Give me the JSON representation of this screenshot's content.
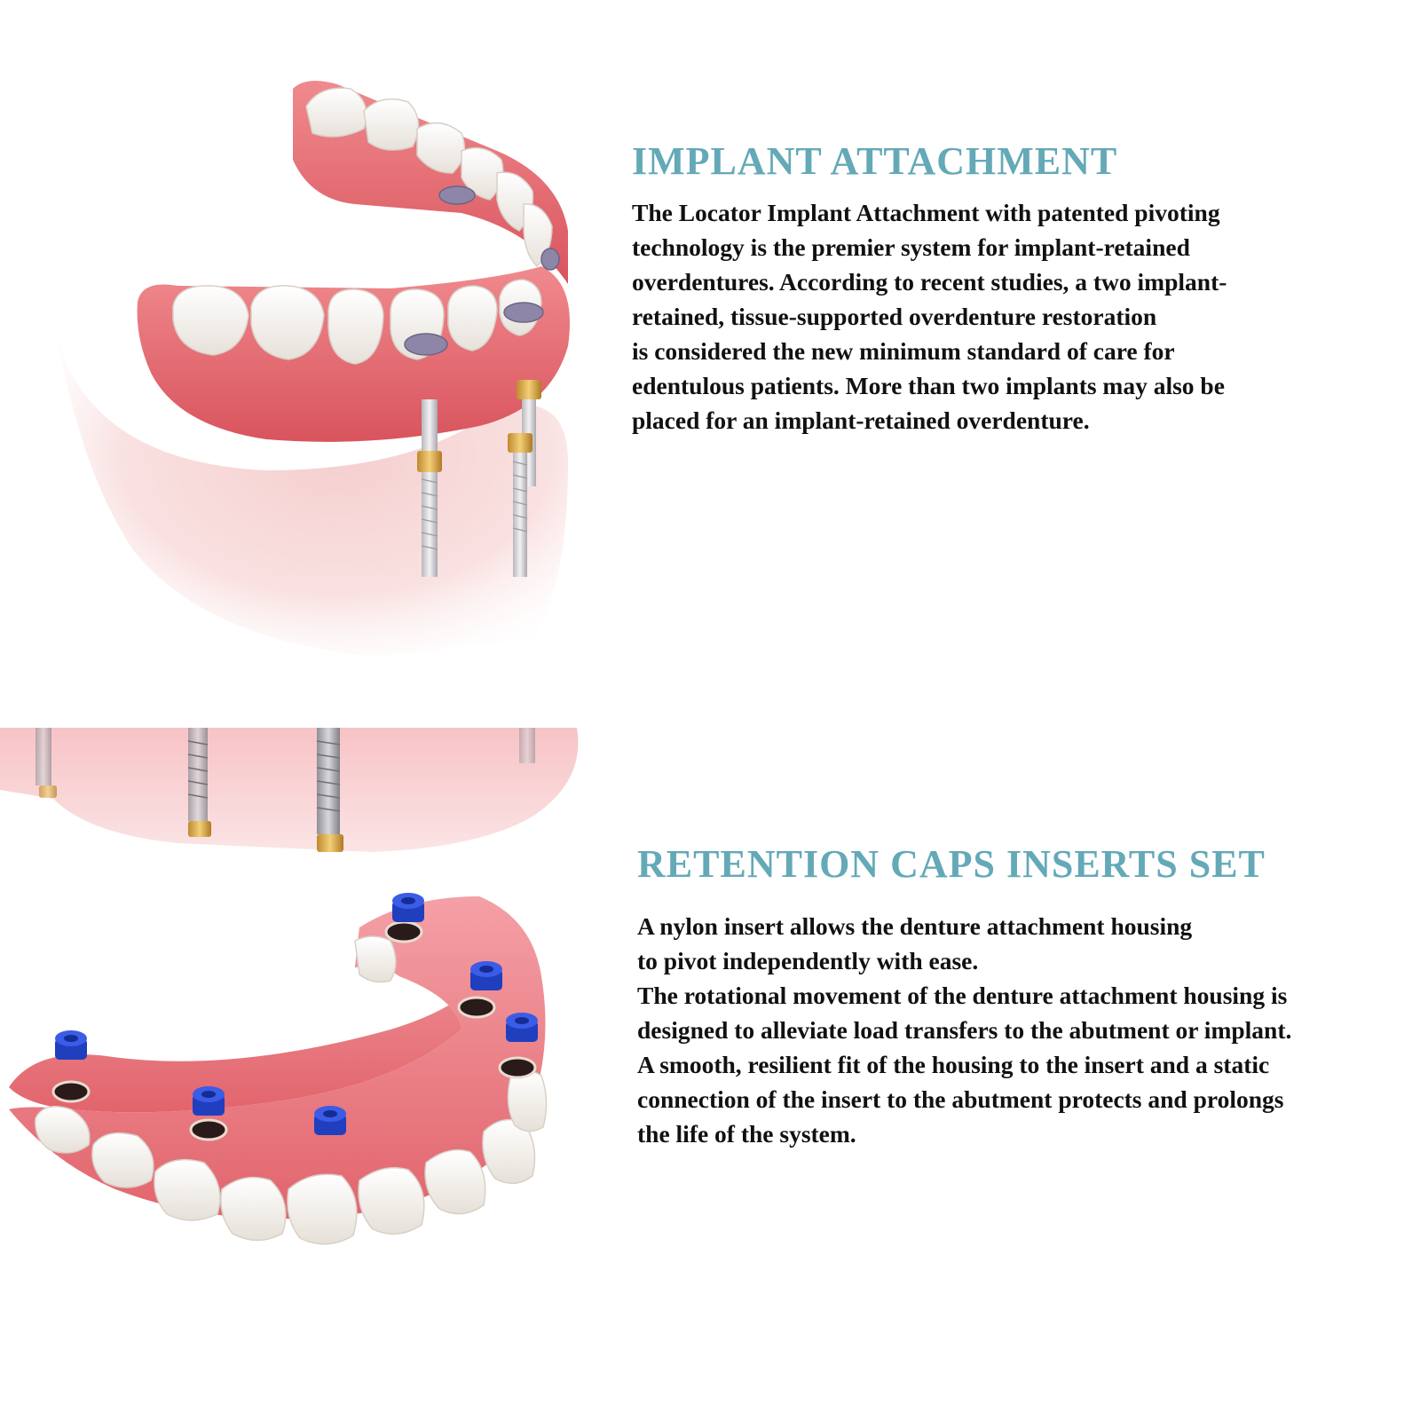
{
  "section_implant": {
    "heading": "IMPLANT ATTACHMENT",
    "lines": [
      "The Locator Implant Attachment with patented pivoting",
      "technology is the premier system for implant-retained",
      "overdentures. According to recent studies, a two implant-",
      "retained, tissue-supported overdenture restoration",
      "is considered the new minimum standard of care for",
      "edentulous patients. More than two implants may also be",
      "placed for an implant-retained overdenture."
    ]
  },
  "section_caps": {
    "heading": "RETENTION CAPS INSERTS SET",
    "lines": [
      "A nylon insert allows the denture attachment housing",
      "to pivot independently with ease.",
      "The rotational movement of the denture attachment housing is",
      "designed to alleviate load transfers to the abutment or implant.",
      "A smooth, resilient fit of the housing to the insert and a static",
      "connection of the insert to the abutment protects and prolongs",
      "the life of the system."
    ]
  },
  "colors": {
    "heading": "#64a9b7",
    "body_text": "#111111",
    "gum": "#e8727a",
    "tooth": "#f7f3ee",
    "cap_blue": "#1f3fbf",
    "gold": "#d4a64a"
  },
  "icons": [
    "overdenture-illustration",
    "retention-caps-illustration"
  ]
}
